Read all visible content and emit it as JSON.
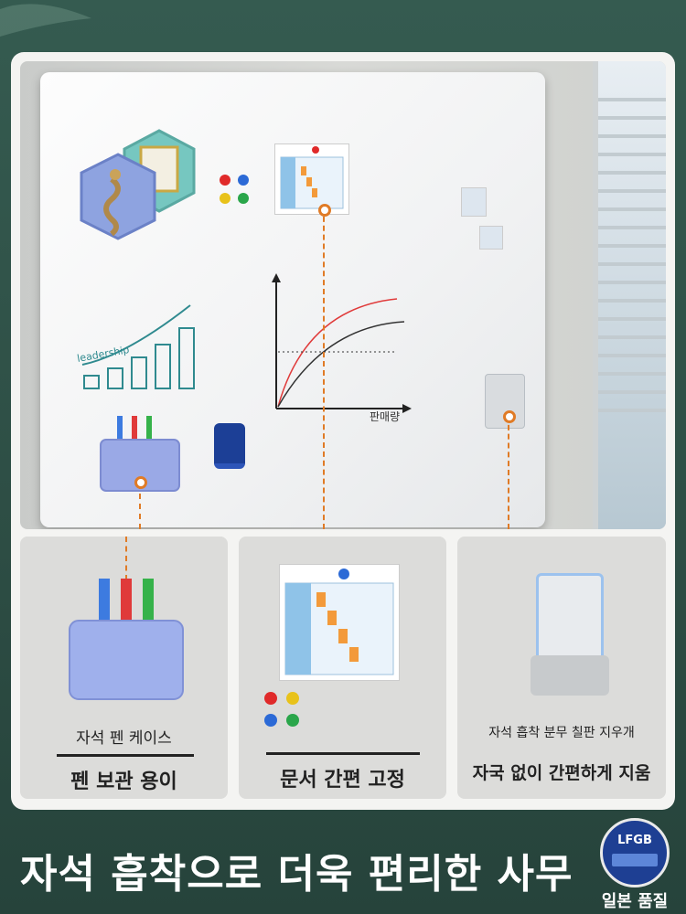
{
  "board": {
    "leadership_text": "leadership",
    "chart_axis_label": "판매량"
  },
  "panels": [
    {
      "caption_small": "자석 펜 케이스",
      "caption_large": "펜 보관 용이"
    },
    {
      "caption_small": "",
      "caption_large": "문서 간편 고정"
    },
    {
      "caption_small": "자석 흡착 분무 칠판 지우개",
      "caption_large": "자국 없이 간편하게 지움"
    }
  ],
  "headline": "자석 흡착으로 더욱 편리한 사무",
  "badge": {
    "title": "LFGB",
    "subtitle": "일본 품질"
  },
  "colors": {
    "accent": "#e07b26",
    "background": "#2f5147",
    "badge": "#1e3f93"
  }
}
